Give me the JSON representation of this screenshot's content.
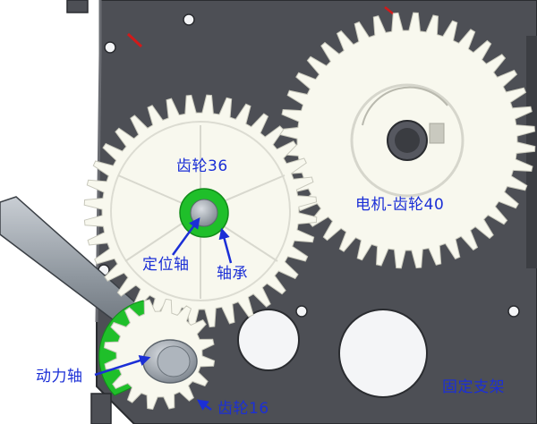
{
  "diagram": {
    "labels": {
      "gear36": "齿轮36",
      "motor_gear": "电机-齿轮40",
      "pin_shaft": "定位轴",
      "bearing": "轴承",
      "power_shaft": "动力轴",
      "gear16": "齿轮16",
      "bracket": "固定支架"
    },
    "gear_teeth": {
      "gear36": 36,
      "motor_gear": 40,
      "gear16": 16
    },
    "colors": {
      "bracket": "#4d4f55",
      "bracket_edge": "#2a2c30",
      "gear": "#f8f8ee",
      "gear_shadow": "#d6d6cc",
      "bearing": "#1fbf2a",
      "shaft": "#9aa2ab",
      "label": "#1b2fd6",
      "arrow": "#1b2fd6",
      "accent_red": "#d11a1a"
    }
  }
}
